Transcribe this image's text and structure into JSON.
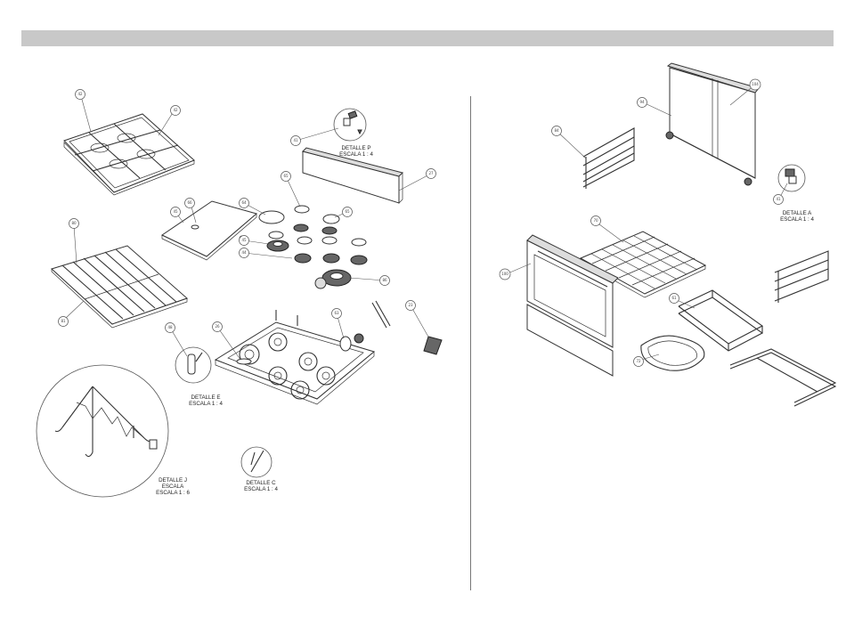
{
  "bubbles": {
    "b42a": "42",
    "b42b": "42",
    "b80": "80",
    "b81": "81",
    "b45t": "45",
    "b66": "66",
    "b64": "64",
    "b65a": "65",
    "b65b": "65",
    "b45": "45",
    "b44": "44",
    "b86": "86",
    "b41": "41",
    "b27": "27",
    "b63": "63",
    "b23": "23",
    "b48": "48",
    "b26": "26",
    "b84": "84",
    "b94": "94",
    "b104": "104",
    "b41r": "41",
    "b70": "70",
    "b100": "100",
    "b61": "61",
    "b72": "72"
  },
  "captions": {
    "detalle_p": [
      "DETALLE P",
      "ESCALA 1 : 4"
    ],
    "detalle_e": [
      "DETALLE E",
      "ESCALA 1 : 4"
    ],
    "detalle_j": [
      "DETALLE J",
      "ESCALA",
      "ESCALA 1 : 6"
    ],
    "detalle_c": [
      "DETALLE C",
      "ESCALA 1 : 4"
    ],
    "detalle_a": [
      "DETALLE A",
      "ESCALA 1 : 4"
    ]
  }
}
